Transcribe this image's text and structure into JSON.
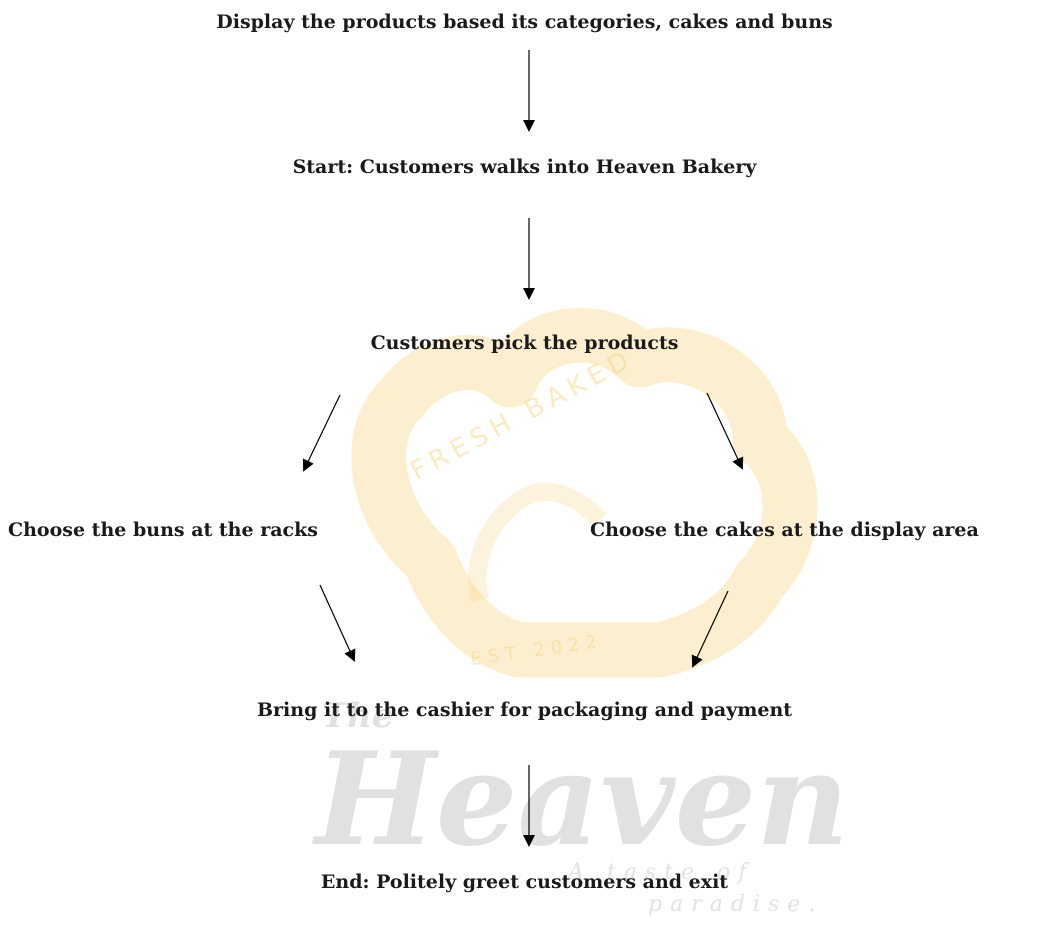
{
  "steps": {
    "display": "Display the products based its categories, cakes and buns",
    "start": "Start: Customers walks into Heaven Bakery",
    "pick": "Customers pick the products",
    "buns": "Choose the buns at the racks",
    "cakes": "Choose the cakes at the display area",
    "cashier": "Bring it to the cashier for packaging and payment",
    "end": "End: Politely greet customers and exit"
  },
  "watermark": {
    "ring_text": "FRESH BAKED",
    "est_text": "EST 2022",
    "the": "The",
    "brand": "Heaven",
    "tagline_1": "A taste of",
    "tagline_2": "paradise.",
    "accent_color": "#f6c453",
    "text_color": "#bdbdbd"
  }
}
